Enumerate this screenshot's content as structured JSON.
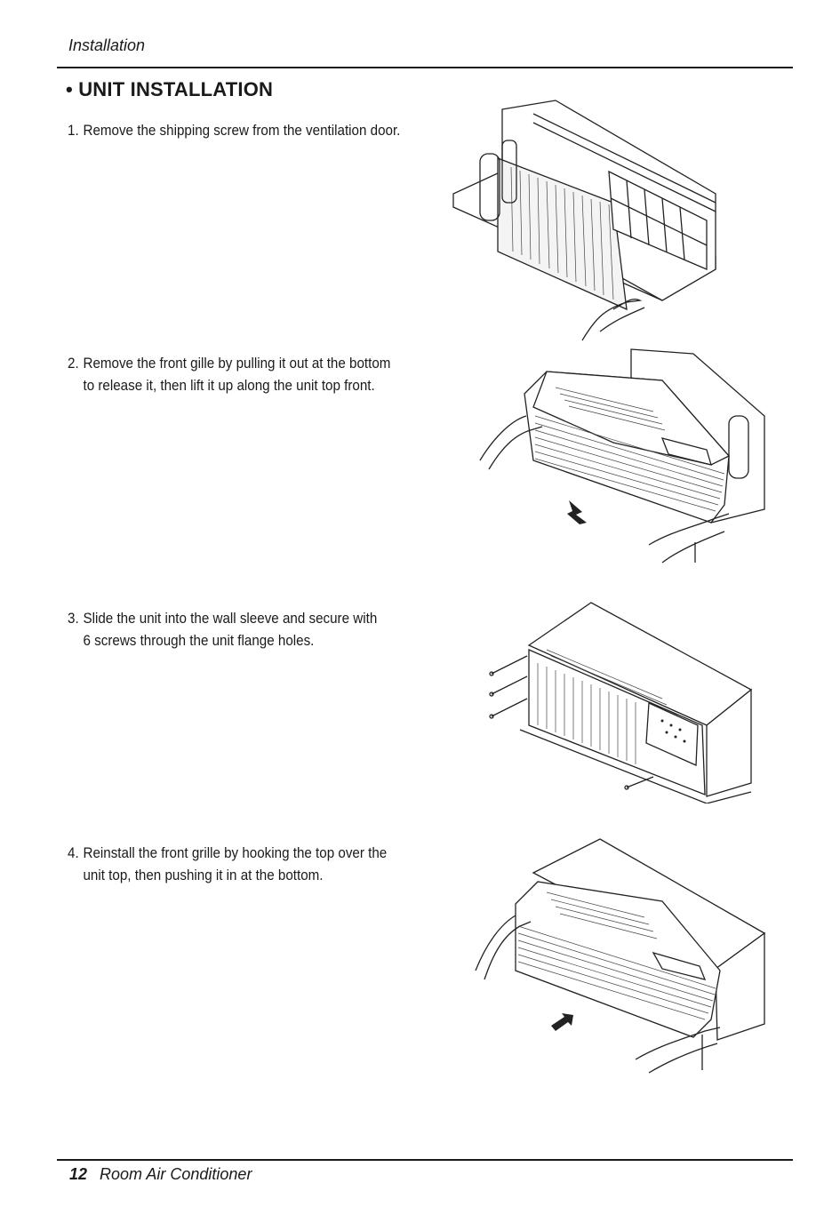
{
  "header": {
    "section": "Installation"
  },
  "heading": "• UNIT INSTALLATION",
  "steps": [
    {
      "num": "1.",
      "line1": "Remove the shipping screw from the ventilation door.",
      "line2": ""
    },
    {
      "num": "2.",
      "line1": "Remove the front gille by pulling it out at the bottom",
      "line2": "to release it, then lift it up along the unit top front."
    },
    {
      "num": "3.",
      "line1": "Slide the unit into the wall sleeve and secure with",
      "line2": "6 screws through the unit flange holes."
    },
    {
      "num": "4.",
      "line1": "Reinstall the front grille by hooking the top over the",
      "line2": "unit top, then pushing it in at the bottom."
    }
  ],
  "figures": [
    {
      "icon": "unit-open-chassis-illustration"
    },
    {
      "icon": "remove-front-grille-illustration"
    },
    {
      "icon": "unit-in-wall-sleeve-illustration"
    },
    {
      "icon": "reinstall-front-grille-illustration"
    }
  ],
  "footer": {
    "page": "12",
    "title": "Room Air Conditioner"
  }
}
